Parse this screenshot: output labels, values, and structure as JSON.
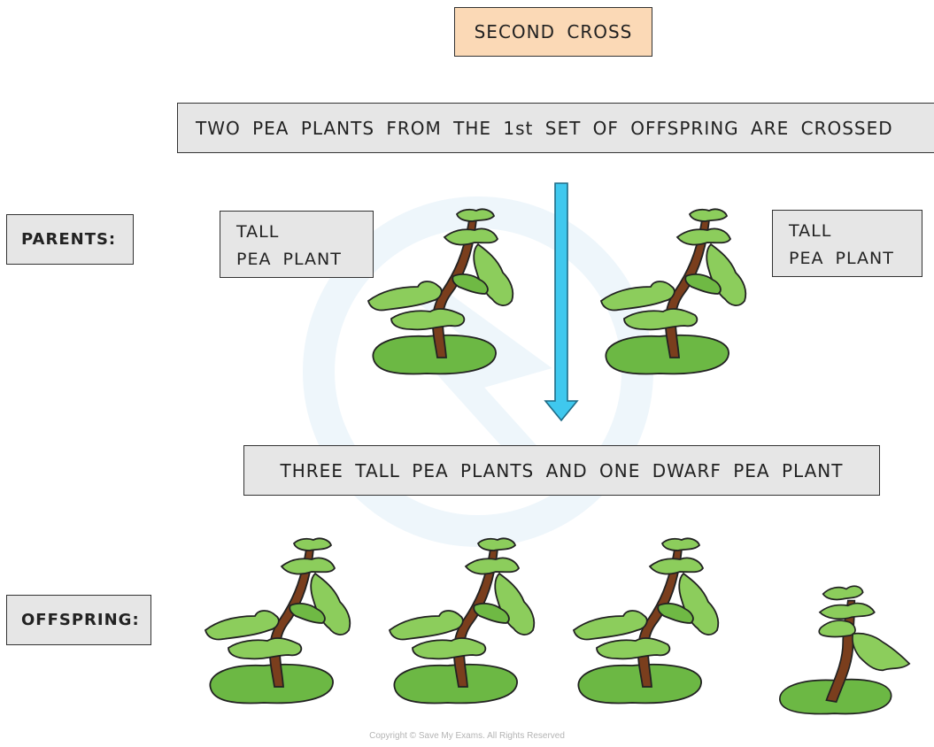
{
  "title": "SECOND  CROSS",
  "description": "TWO PEA  PLANTS  FROM THE 1st  SET OF OFFSPRING ARE CROSSED",
  "parents_label": "PARENTS:",
  "parent_left": {
    "line1": "TALL",
    "line2": "PEA  PLANT"
  },
  "parent_right": {
    "line1": "TALL",
    "line2": "PEA  PLANT"
  },
  "result": "THREE TALL PEA PLANTS AND ONE DWARF PEA PLANT",
  "offspring_label": "OFFSPRING:",
  "copyright": "Copyright © Save My Exams. All Rights Reserved",
  "colors": {
    "title_fill": "#fbd9b6",
    "box_fill": "#e6e6e6",
    "arrow": "#3fc8ee",
    "leaf_dark": "#6fb944",
    "leaf_light": "#8ccd5c",
    "stem": "#7a3e1d",
    "ground": "#6cb844"
  }
}
